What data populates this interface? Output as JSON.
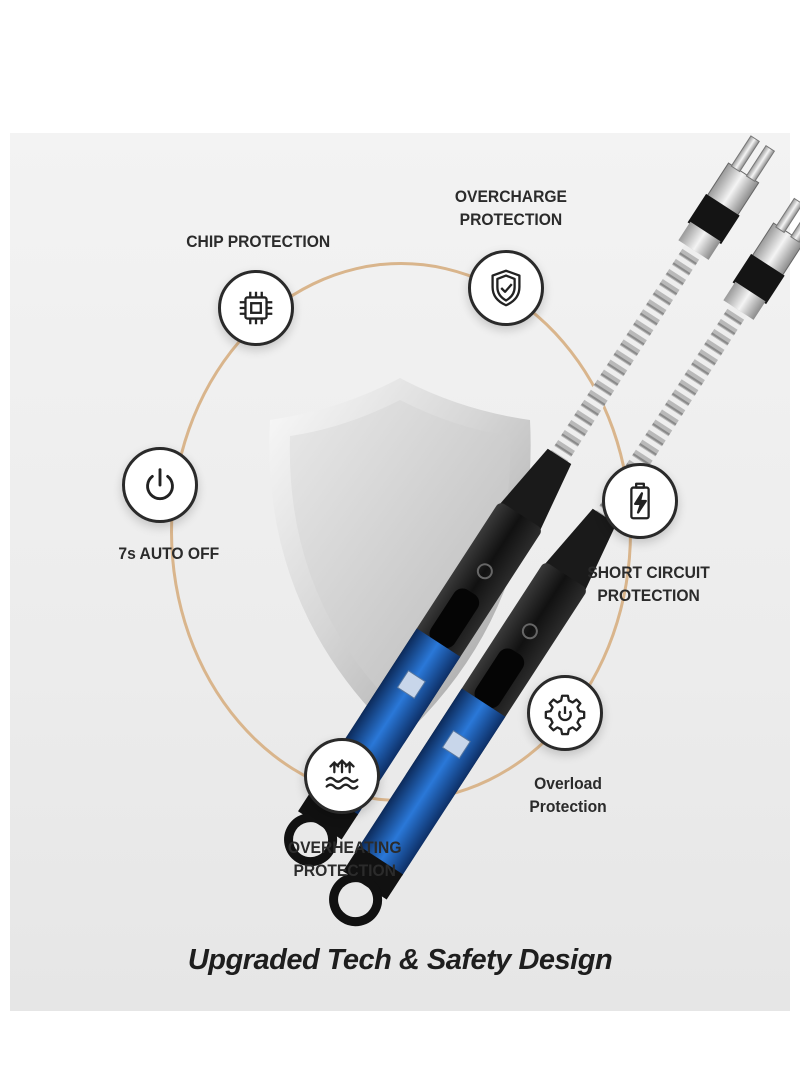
{
  "features": {
    "chip": {
      "line1": "CHIP PROTECTION",
      "line2": "",
      "icon": "chip-icon"
    },
    "overcharge": {
      "line1": "OVERCHARGE",
      "line2": "PROTECTION",
      "icon": "shield-check-icon"
    },
    "autooff": {
      "line1": "7s AUTO OFF",
      "line2": "",
      "icon": "power-icon"
    },
    "short": {
      "line1": "SHORT CIRCUIT",
      "line2": "PROTECTION",
      "icon": "battery-bolt-icon"
    },
    "overload": {
      "line1": "Overload",
      "line2": "Protection",
      "icon": "gear-icon"
    },
    "overheat": {
      "line1": "OVERHEATING",
      "line2": "PROTECTION",
      "icon": "heat-waves-icon"
    }
  },
  "colors": {
    "ring": "#d9b58c",
    "lighter_body": "#1b1b1b",
    "circuit": "#1f6fd0"
  },
  "headline": "Upgraded Tech & Safety Design"
}
